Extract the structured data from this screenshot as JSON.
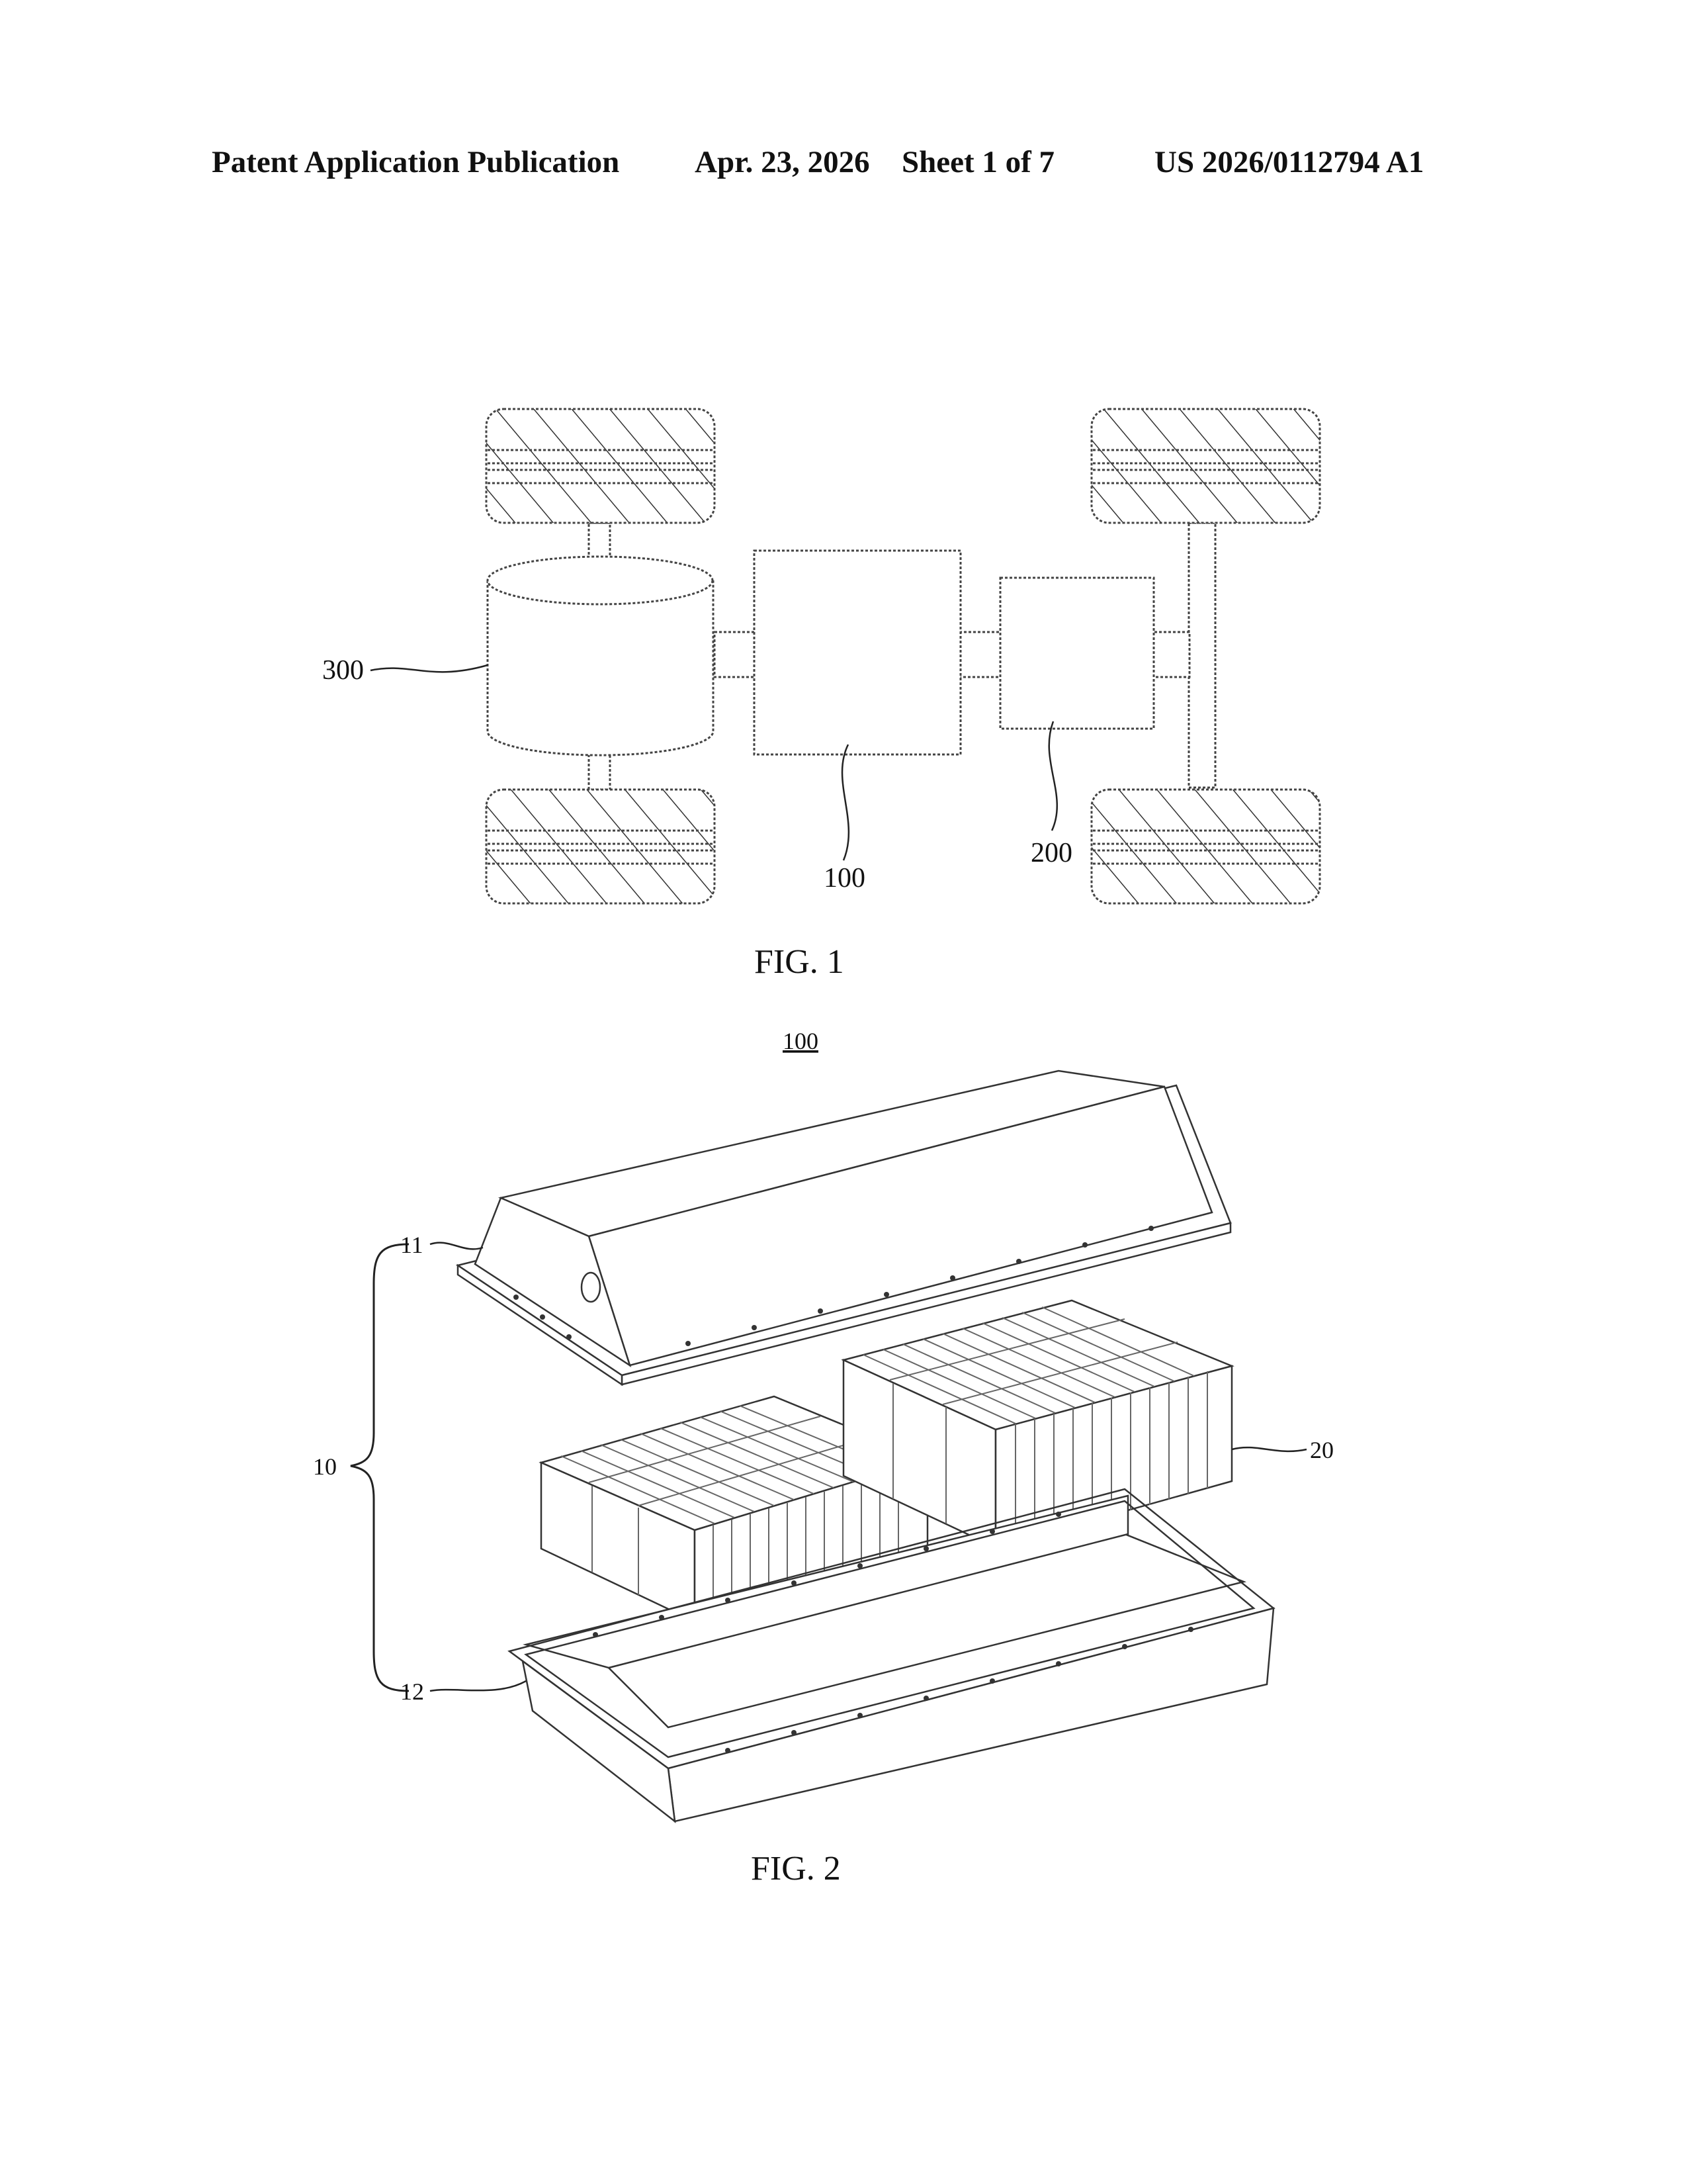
{
  "header": {
    "publication": "Patent Application Publication",
    "date": "Apr. 23, 2026",
    "sheet": "Sheet 1 of 7",
    "number": "US 2026/0112794 A1"
  },
  "fig1": {
    "caption": "FIG. 1",
    "labels": {
      "motor": "300",
      "battery": "100",
      "controller": "200"
    }
  },
  "fig2": {
    "caption": "FIG. 2",
    "title_ref": "100",
    "labels": {
      "box": "10",
      "upper_cover": "11",
      "lower_case": "12",
      "battery_cells": "20"
    }
  }
}
